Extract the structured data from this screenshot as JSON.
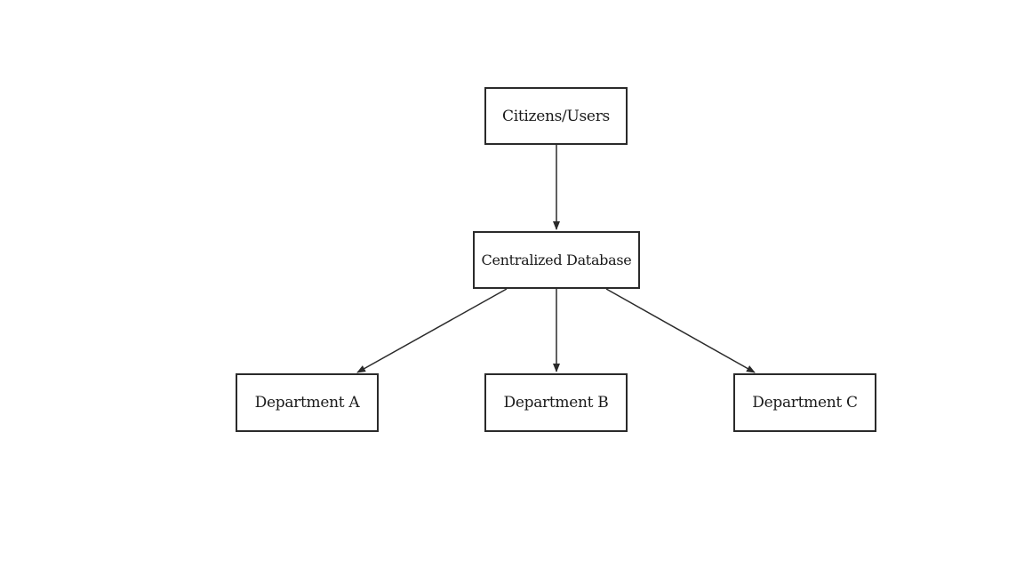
{
  "nodes": {
    "citizens": "Citizens/Users",
    "database": "Centralized Database",
    "dept_a": "Department A",
    "dept_b": "Department B",
    "dept_c": "Department C"
  },
  "edges": [
    {
      "from": "citizens",
      "to": "database"
    },
    {
      "from": "database",
      "to": "dept_a"
    },
    {
      "from": "database",
      "to": "dept_b"
    },
    {
      "from": "database",
      "to": "dept_c"
    }
  ],
  "colors": {
    "line": "#2a2a2a",
    "text": "#1a1a1a",
    "background": "#ffffff"
  }
}
